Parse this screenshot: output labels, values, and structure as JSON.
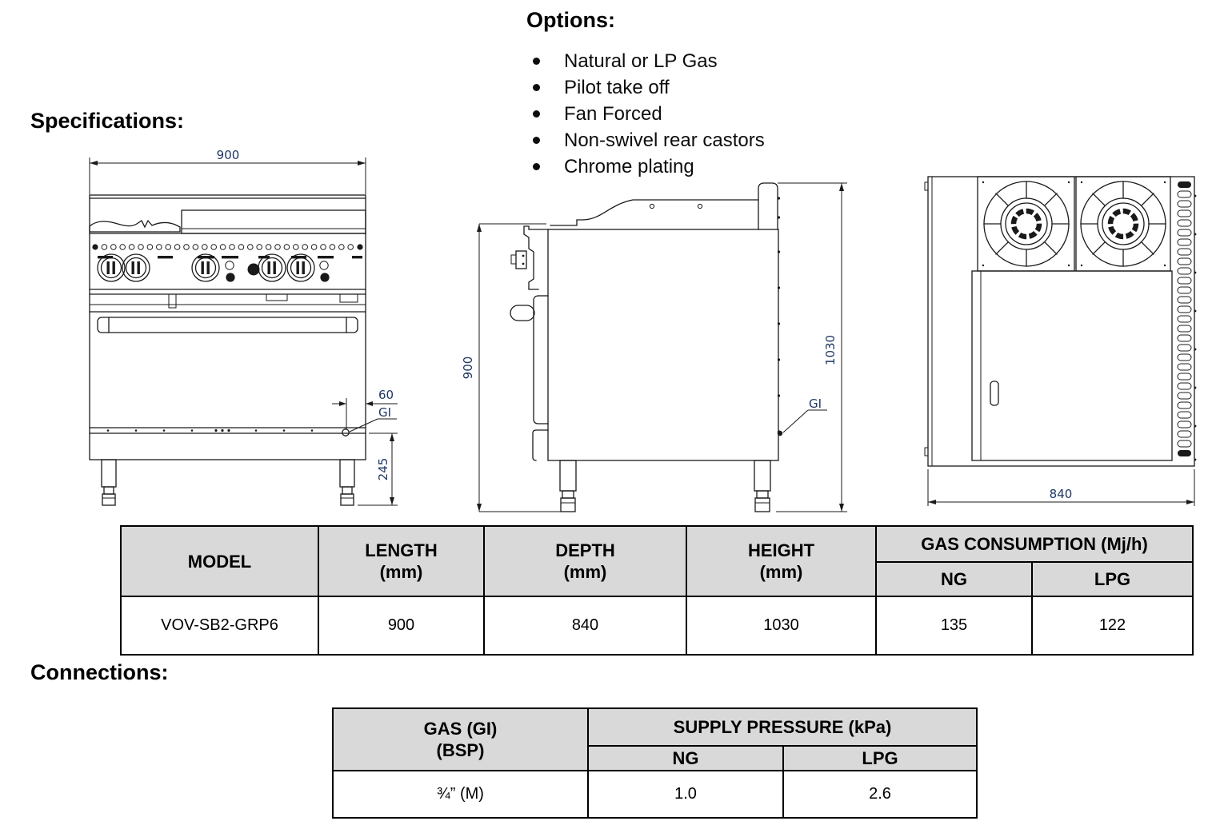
{
  "page": {
    "specifications_heading": "Specifications:",
    "options_heading": "Options:",
    "connections_heading": "Connections:"
  },
  "options": [
    "Natural or LP Gas",
    "Pilot take off",
    "Fan Forced",
    "Non-swivel rear castors",
    "Chrome plating"
  ],
  "drawings": {
    "front_view": {
      "width_dim": "900",
      "inlet_offset_dim": "60",
      "gas_inlet_label": "GI",
      "base_height_dim": "245"
    },
    "side_view": {
      "body_height_dim": "900",
      "overall_height_dim": "1030",
      "gas_inlet_label": "GI"
    },
    "top_view": {
      "depth_dim": "840"
    }
  },
  "spec_table": {
    "headers": {
      "model": "MODEL",
      "length": "LENGTH\n(mm)",
      "depth": "DEPTH\n(mm)",
      "height": "HEIGHT\n(mm)",
      "gas_consumption": "GAS CONSUMPTION (Mj/h)",
      "ng": "NG",
      "lpg": "LPG"
    },
    "row": {
      "model": "VOV-SB2-GRP6",
      "length": "900",
      "depth": "840",
      "height": "1030",
      "ng": "135",
      "lpg": "122"
    }
  },
  "connections_table": {
    "headers": {
      "gas": "GAS (GI)\n(BSP)",
      "supply_pressure": "SUPPLY PRESSURE (kPa)",
      "ng": "NG",
      "lpg": "LPG"
    },
    "row": {
      "gas": "¾” (M)",
      "ng": "1.0",
      "lpg": "2.6"
    }
  },
  "colors": {
    "dimension_text": "#1F3864",
    "table_header_bg": "#D9D9D9",
    "drawing_line": "#1A1A1A"
  }
}
